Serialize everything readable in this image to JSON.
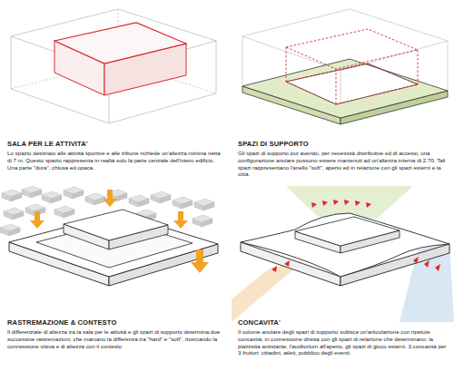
{
  "diagram": {
    "labels": [
      "SALA PER LE ATTIVITA'",
      "Lo spazio destinato alle attività sportive e alle tribune richiede un'altezza minima netta di 7 m. Questo spazio rappresenta in realtà solo la parte centrale dell'intero edificio. Una parte \"dura\", chiusa ed opaca.",
      "SPAZI DI SUPPORTO",
      "Gli spazi di supporto pur avendo, per necessità distributive ed di accessi, una configurazione anulare possono essere mantenuti ad un'altezza interna di 2.70. Tali spazi rappresentano l'anello \"soft\", aperto ed in relazione con gli spazi esterni e la città.",
      "RASTREMAZIONE & CONTESTO",
      "Il differenziale di altezza tra la sala per le attività e gli spazi di supporto determina due successive rastremazioni, che marcano la differenza tra \"hard\" e \"soft\", ricercando la connessione visiva e di altezza con il contesto",
      "CONCAVITA'",
      "Il volume anulare degli spazi di supporto subisce un'articolazione con ripetute concavità, in connessione diretta con gli spazi di relazione che determinano: la piazzetta antistante, l'auditorium all'aperto, gli spazi di gioco esterni. 3 concavità per 3 fruitori: cittadini, atleti, pubblico degli eventi."
    ]
  }
}
